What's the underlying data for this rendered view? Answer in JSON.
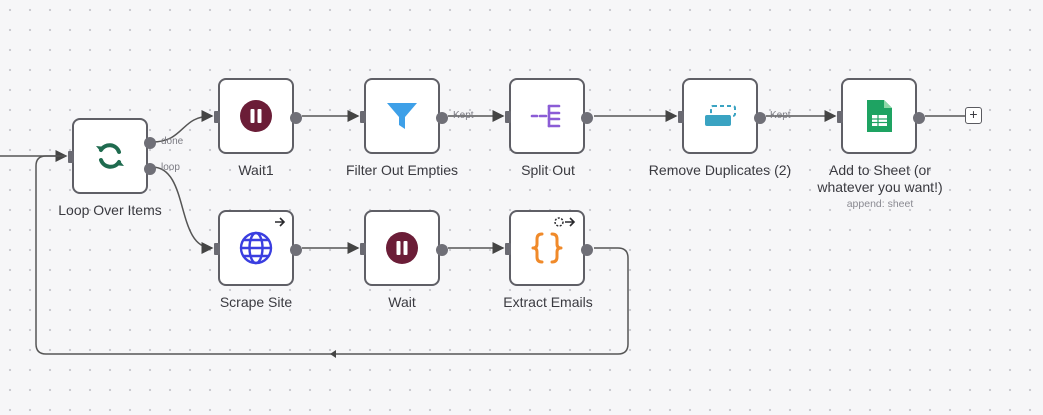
{
  "nodes": {
    "loop": {
      "label": "Loop Over Items",
      "icon": "loop-arrows-icon"
    },
    "wait1": {
      "label": "Wait1",
      "icon": "pause-icon"
    },
    "filter": {
      "label": "Filter Out Empties",
      "icon": "filter-funnel-icon"
    },
    "split": {
      "label": "Split Out",
      "icon": "split-out-icon"
    },
    "dedupe": {
      "label": "Remove Duplicates (2)",
      "icon": "remove-duplicates-icon"
    },
    "sheet": {
      "label_line1": "Add to Sheet (or",
      "label_line2": "whatever you want!)",
      "sublabel": "append: sheet",
      "icon": "google-sheets-icon"
    },
    "scrape": {
      "label": "Scrape Site",
      "icon": "globe-icon"
    },
    "wait": {
      "label": "Wait",
      "icon": "pause-icon"
    },
    "extract": {
      "label": "Extract Emails",
      "icon": "code-braces-icon"
    }
  },
  "edge_labels": {
    "done": "done",
    "loop": "loop",
    "kept1": "Kept",
    "kept2": "Kept"
  },
  "add_button": "+",
  "colors": {
    "loop_icon": "#1f6b4f",
    "pause_icon": "#6b1d37",
    "filter_icon": "#3ea0e8",
    "split_icon": "#8b5cd6",
    "dedupe_icon": "#3aa3c2",
    "sheets_icon": "#1ea362",
    "globe_icon": "#3a3ee0",
    "braces_icon": "#f08a2a"
  }
}
